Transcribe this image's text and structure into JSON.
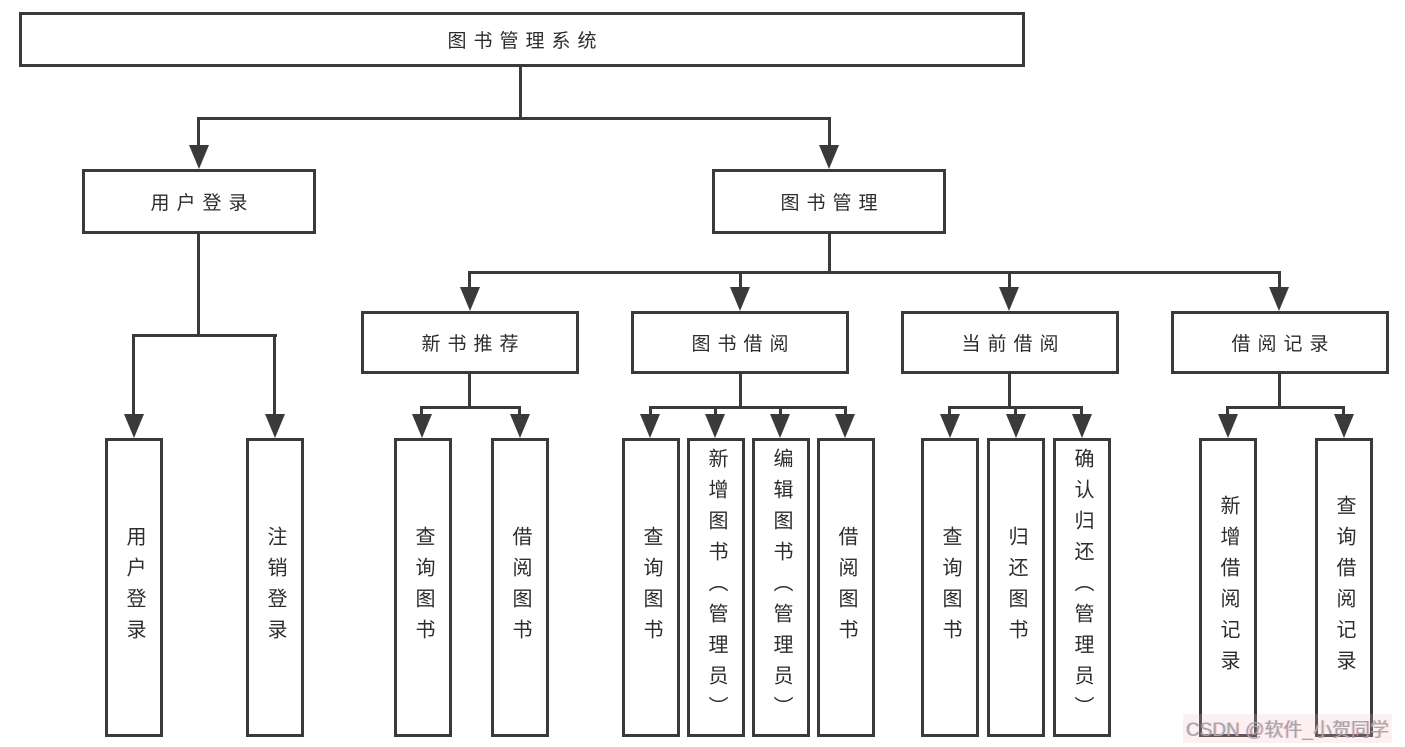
{
  "diagram": {
    "root": {
      "label": "图书管理系统",
      "children": [
        {
          "label": "用户登录",
          "children": [
            {
              "label": "用户登录"
            },
            {
              "label": "注销登录"
            }
          ]
        },
        {
          "label": "图书管理",
          "children": [
            {
              "label": "新书推荐",
              "children": [
                {
                  "label": "查询图书"
                },
                {
                  "label": "借阅图书"
                }
              ]
            },
            {
              "label": "图书借阅",
              "children": [
                {
                  "label": "查询图书"
                },
                {
                  "label": "新增图书（管理员）"
                },
                {
                  "label": "编辑图书（管理员）"
                },
                {
                  "label": "借阅图书"
                }
              ]
            },
            {
              "label": "当前借阅",
              "children": [
                {
                  "label": "查询图书"
                },
                {
                  "label": "归还图书"
                },
                {
                  "label": "确认归还（管理员）"
                }
              ]
            },
            {
              "label": "借阅记录",
              "children": [
                {
                  "label": "新增借阅记录"
                },
                {
                  "label": "查询借阅记录"
                }
              ]
            }
          ]
        }
      ]
    }
  },
  "watermark": {
    "text": "CSDN @软件_小贺同学"
  },
  "colors": {
    "background": "#ffffff",
    "box_border": "#3a3a3a",
    "connector_line": "#3a3a3a",
    "text": "#2d2d2d",
    "watermark_text": "#a6a6a6",
    "watermark_tint": "#f2baba"
  }
}
